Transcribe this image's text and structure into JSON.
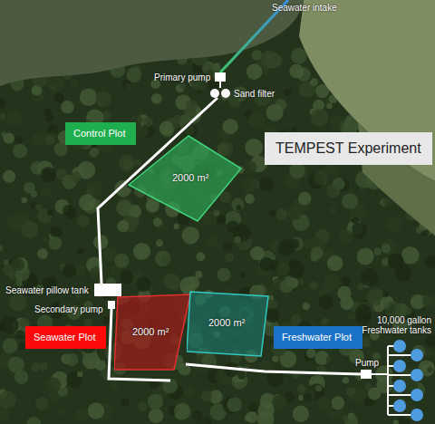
{
  "diagram": {
    "title": "TEMPEST Experiment",
    "nodes": [
      {
        "text": [
          "Control Plot"
        ]
      },
      {
        "text": [
          "2000 m²"
        ]
      },
      {
        "text": [
          "Seawater Plot"
        ]
      },
      {
        "text": [
          "2000 m²"
        ]
      },
      {
        "text": [
          "2000 m²"
        ]
      },
      {
        "text": [
          "Freshwater Plot"
        ]
      }
    ],
    "labels": [
      "Seawater intake",
      "Primary pump",
      "Sand filter",
      "Seawater pillow tank",
      "Secondary pump",
      "10,000 gallon Freshwater tanks",
      "Pump"
    ]
  }
}
